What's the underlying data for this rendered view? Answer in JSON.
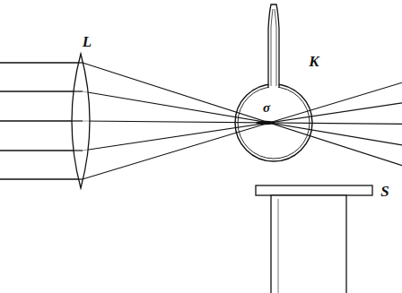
{
  "diagram": {
    "labels": [
      "L",
      "K",
      "σ",
      "S"
    ]
  }
}
